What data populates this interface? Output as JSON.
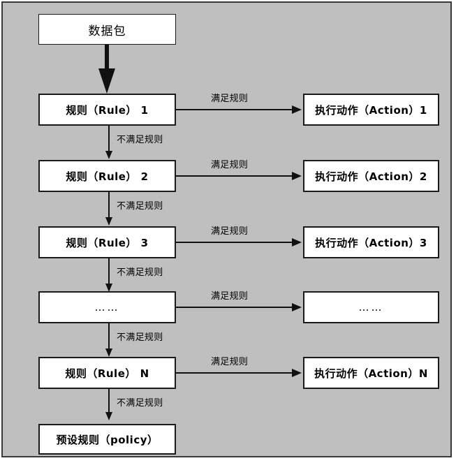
{
  "diagram": {
    "title": "packet-filtering-rule-chain",
    "background_color": "#bfbfbf",
    "border_color": "#3a3a3a",
    "node_fill": "#ffffff",
    "line_color": "#111111",
    "labels": {
      "match": "满足规则",
      "no_match": "不满足规则"
    },
    "input": {
      "label": "数据包"
    },
    "rules": [
      {
        "label": "规则（Rule） 1",
        "action": "执行动作（Action）1",
        "match": "满足规则",
        "no_match": "不满足规则"
      },
      {
        "label": "规则（Rule） 2",
        "action": "执行动作（Action）2",
        "match": "满足规则",
        "no_match": "不满足规则"
      },
      {
        "label": "规则（Rule） 3",
        "action": "执行动作（Action）3",
        "match": "满足规则",
        "no_match": "不满足规则"
      },
      {
        "label": "……",
        "action": "……",
        "match": "满足规则",
        "no_match": "不满足规则"
      },
      {
        "label": "规则（Rule） N",
        "action": "执行动作（Action）N",
        "match": "满足规则",
        "no_match": "不满足规则"
      }
    ],
    "default": {
      "label": "预设规则（policy）"
    }
  }
}
